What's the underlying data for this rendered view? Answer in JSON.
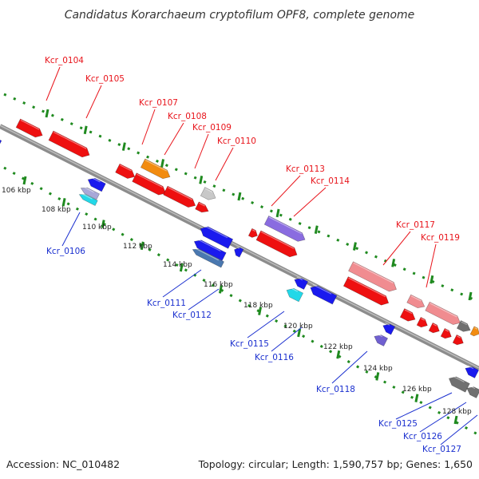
{
  "title": "Candidatus Korarchaeum cryptofilum OPF8, complete genome",
  "accession": "Accession: NC_010482",
  "summary": "Topology: circular; Length: 1,590,757 bp; Genes: 1,650",
  "colors": {
    "forward_label": "#e8141b",
    "reverse_label": "#1a2fcf",
    "backbone": "#8c8c8c",
    "tick": "#1f8a1f"
  },
  "scale_labels": [
    "106 kbp",
    "108 kbp",
    "110 kbp",
    "112 kbp",
    "114 kbp",
    "116 kbp",
    "118 kbp",
    "120 kbp",
    "122 kbp",
    "124 kbp",
    "126 kbp",
    "128 kbp"
  ],
  "forward_genes": [
    "Kcr_0104",
    "Kcr_0105",
    "Kcr_0107",
    "Kcr_0108",
    "Kcr_0109",
    "Kcr_0110",
    "Kcr_0113",
    "Kcr_0114",
    "Kcr_0117",
    "Kcr_0119"
  ],
  "reverse_genes": [
    "Kcr_0106",
    "Kcr_0111",
    "Kcr_0112",
    "Kcr_0115",
    "Kcr_0116",
    "Kcr_0118",
    "Kcr_0125",
    "Kcr_0126",
    "Kcr_0127"
  ]
}
